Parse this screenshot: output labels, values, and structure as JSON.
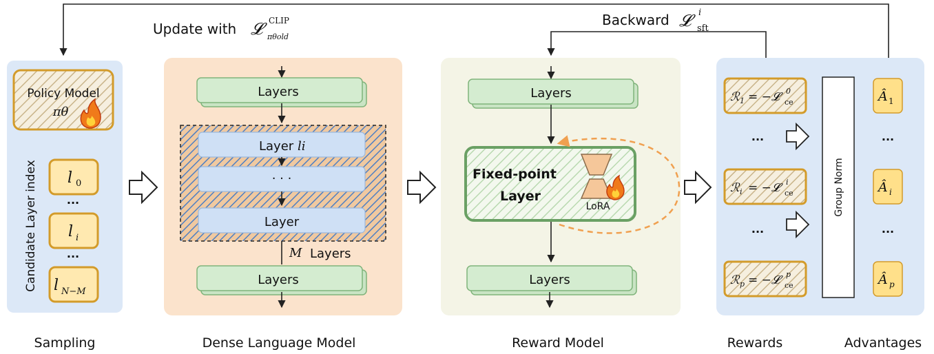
{
  "top_labels": {
    "update_prefix": "Update with",
    "update_sym": "𝓛",
    "update_sup": "CLIP",
    "update_sub": "πθold",
    "backward_prefix": "Backward",
    "backward_sym": "𝓛",
    "backward_sup": "i",
    "backward_sub": "sft"
  },
  "sampling": {
    "policy_title": "Policy Model",
    "policy_sym": "πθ",
    "index_label": "Candidate Layer index",
    "indices": [
      {
        "base": "l",
        "sub": "0"
      },
      {
        "base": "l",
        "sub": "i"
      },
      {
        "base": "l",
        "sub": "N−M"
      }
    ],
    "ellipsis": "...",
    "caption": "Sampling"
  },
  "dense_model": {
    "top_layer": "Layers",
    "layer_li_text": "Layer",
    "layer_li_sym": "li",
    "dots": "· · ·",
    "layer_plain": "Layer",
    "m_sym": "M",
    "m_text": "Layers",
    "bottom_layer": "Layers",
    "caption": "Dense Language Model"
  },
  "reward_model": {
    "top_layer": "Layers",
    "fixed_point_line1": "Fixed-point",
    "fixed_point_line2": "Layer",
    "lora": "LoRA",
    "bottom_layer": "Layers",
    "caption": "Reward Model"
  },
  "rewards": {
    "items": [
      "ℛ1 = −𝓛ce⁰",
      "ℛi = −𝓛ceⁱ",
      "ℛp = −𝓛ceᵖ"
    ],
    "r1": {
      "lhs": "ℛ",
      "lsub": "1",
      "rhs": "= −𝓛",
      "rsup": "0",
      "rsub": "ce"
    },
    "ri": {
      "lhs": "ℛ",
      "lsub": "i",
      "rhs": "= −𝓛",
      "rsup": "i",
      "rsub": "ce"
    },
    "rp": {
      "lhs": "ℛ",
      "lsub": "p",
      "rhs": "= −𝓛",
      "rsup": "p",
      "rsub": "ce"
    },
    "ellipsis": "...",
    "group_norm": "Group Norm",
    "caption": "Rewards"
  },
  "advantages": {
    "a1": {
      "base": "Â",
      "sub": "1"
    },
    "ai": {
      "base": "Â",
      "sub": "i"
    },
    "ap": {
      "base": "Â",
      "sub": "p"
    },
    "ellipsis": "...",
    "caption": "Advantages"
  },
  "colors": {
    "panel_blue": "#dce8f7",
    "panel_orange": "#fbe3cc",
    "panel_cream": "#f4f4e6",
    "layer_green": "#d4ecd0",
    "layer_green_stroke": "#7fb37a",
    "gold": "#d39b2a",
    "gold_fill": "#ffe08a",
    "orange_dash": "#f0a050",
    "blue_hatch": "#4d7fc4"
  }
}
